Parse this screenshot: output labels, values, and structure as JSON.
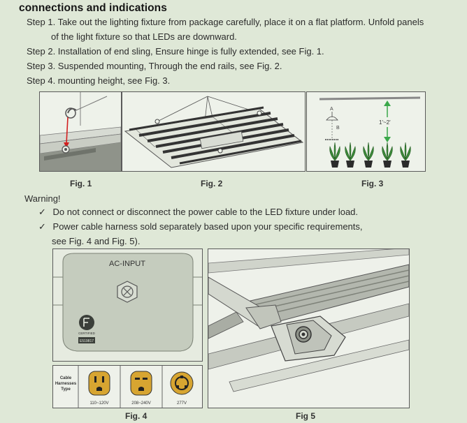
{
  "heading": "connections and indications",
  "steps": [
    {
      "line1": "Step 1. Take out the lighting fixture from package carefully, place it on a flat platform. Unfold panels",
      "line2": "of the light fixture so that LEDs are downward."
    },
    {
      "line1": "Step 2. Installation of end sling, Ensure hinge is fully extended, see Fig. 1."
    },
    {
      "line1": "Step 3. Suspended mounting, Through the end rails, see Fig. 2."
    },
    {
      "line1": "Step 4. mounting height, see Fig. 3."
    }
  ],
  "figures": {
    "fig1": {
      "caption": "Fig. 1"
    },
    "fig2": {
      "caption": "Fig. 2"
    },
    "fig3": {
      "caption": "Fig. 3",
      "label_a": "A",
      "label_b": "B",
      "height_label": "1'~2'"
    },
    "fig4": {
      "caption": "Fig. 4",
      "ac_input": "AC-INPUT",
      "cert_text": "CERTIFIED",
      "cert_code": "E519817",
      "harness_label": "Cable Harnesses Type",
      "plugs": [
        {
          "voltage": "110~120V"
        },
        {
          "voltage": "208~240V"
        },
        {
          "voltage": "277V"
        }
      ]
    },
    "fig5": {
      "caption": "Fig 5"
    }
  },
  "warning": {
    "title": "Warning!",
    "items": [
      {
        "text": "Do not connect or disconnect the power cable to the LED fixture under load."
      },
      {
        "text": "Power cable harness sold separately based upon your specific requirements,",
        "line2": "see Fig. 4 and Fig. 5)."
      }
    ]
  },
  "colors": {
    "background": "#dfe8d7",
    "plant": "#3d8a3a",
    "arrow_red": "#d22020",
    "arrow_green": "#3aa84a"
  },
  "icons": {
    "check": "✓"
  }
}
